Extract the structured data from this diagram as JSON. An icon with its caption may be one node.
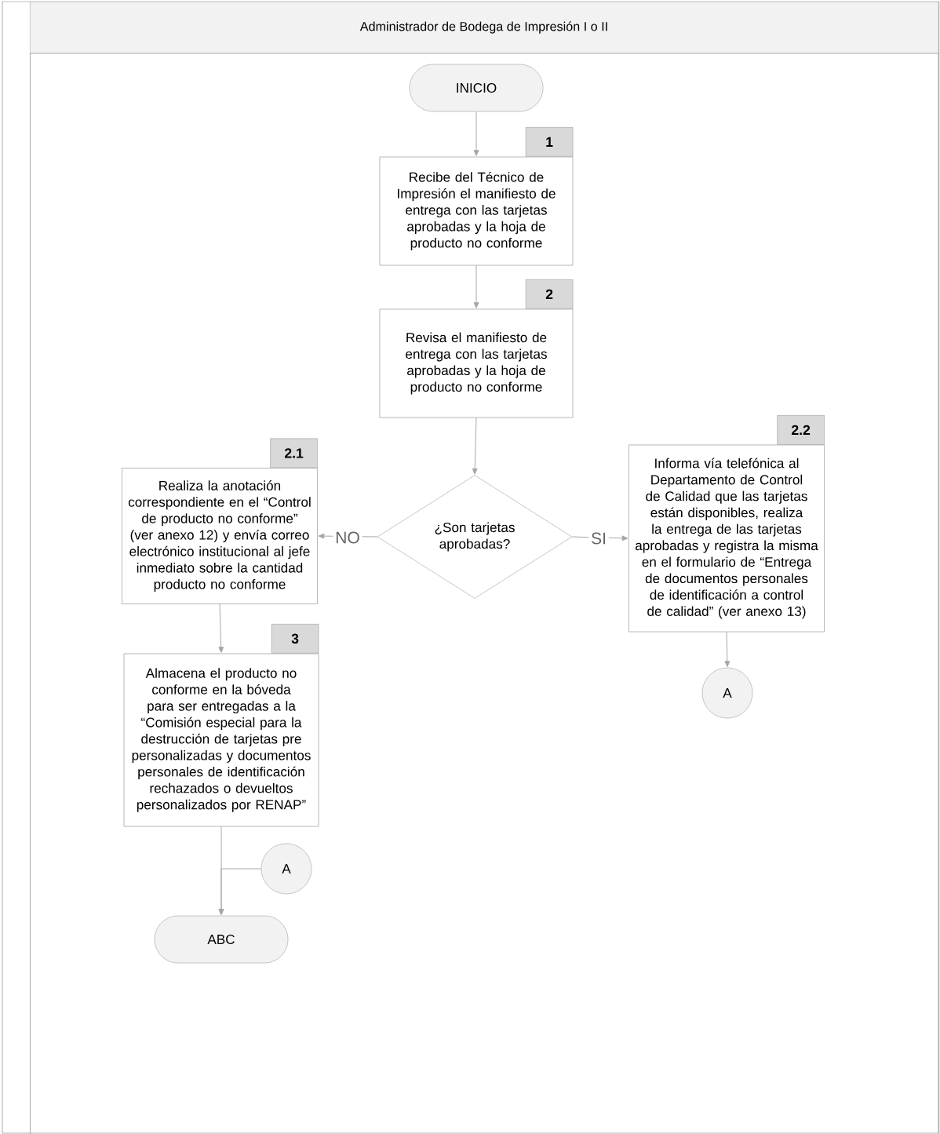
{
  "diagram": {
    "nodes": [
      {
        "text": [
          "Administrador de Bodega de Impresión I o II"
        ]
      },
      {
        "text": [
          "INICIO"
        ],
        "in": 0
      },
      {
        "text": [
          "1",
          "Recibe del Técnico de Impresión el manifiesto de entrega con las tarjetas aprobadas y la hoja de producto no conforme"
        ],
        "in": 0
      },
      {
        "text": [
          "2",
          "Revisa el manifiesto de entrega con las tarjetas aprobadas y la hoja de producto no conforme"
        ],
        "in": 0
      },
      {
        "text": [
          "¿Son tarjetas aprobadas?"
        ],
        "in": 0
      },
      {
        "text": [
          "2.1",
          "Realiza la anotación correspondiente en el “Control de producto no conforme” (ver anexo 12) y envía correo electrónico institucional al jefe inmediato sobre la cantidad producto no conforme"
        ],
        "in": 0
      },
      {
        "text": [
          "2.2",
          "Informa vía telefónica al Departamento de Control de Calidad que las tarjetas están disponibles, realiza la entrega de las tarjetas aprobadas y registra la misma en el formulario de “Entrega de documentos personales de identificación a control de calidad” (ver anexo 13)"
        ],
        "in": 0
      },
      {
        "text": [
          "3",
          "Almacena el producto no conforme en la bóveda para ser entregadas a la “Comisión especial para la destrucción de tarjetas pre personalizadas y documentos personales de identificación rechazados o devueltos personalizados por RENAP”"
        ],
        "in": 0
      },
      {
        "text": [
          "A"
        ],
        "in": 0
      },
      {
        "text": [
          "A"
        ],
        "in": 0
      },
      {
        "text": [
          "ABC"
        ],
        "in": 0
      }
    ],
    "edges": [
      {
        "from": 1,
        "to": 2,
        "arrow": "to"
      },
      {
        "from": 2,
        "to": 3,
        "arrow": "to"
      },
      {
        "from": 3,
        "to": 4,
        "arrow": "to"
      },
      {
        "from": 4,
        "to": 5,
        "arrow": "to",
        "label": "NO"
      },
      {
        "from": 4,
        "to": 6,
        "arrow": "to",
        "label": "SI"
      },
      {
        "from": 5,
        "to": 7,
        "arrow": "to"
      },
      {
        "from": 6,
        "to": 8,
        "arrow": "to"
      },
      {
        "from": 7,
        "to": 10,
        "arrow": "to"
      },
      {
        "from": 9,
        "to": 10,
        "arrow": "to"
      }
    ]
  }
}
